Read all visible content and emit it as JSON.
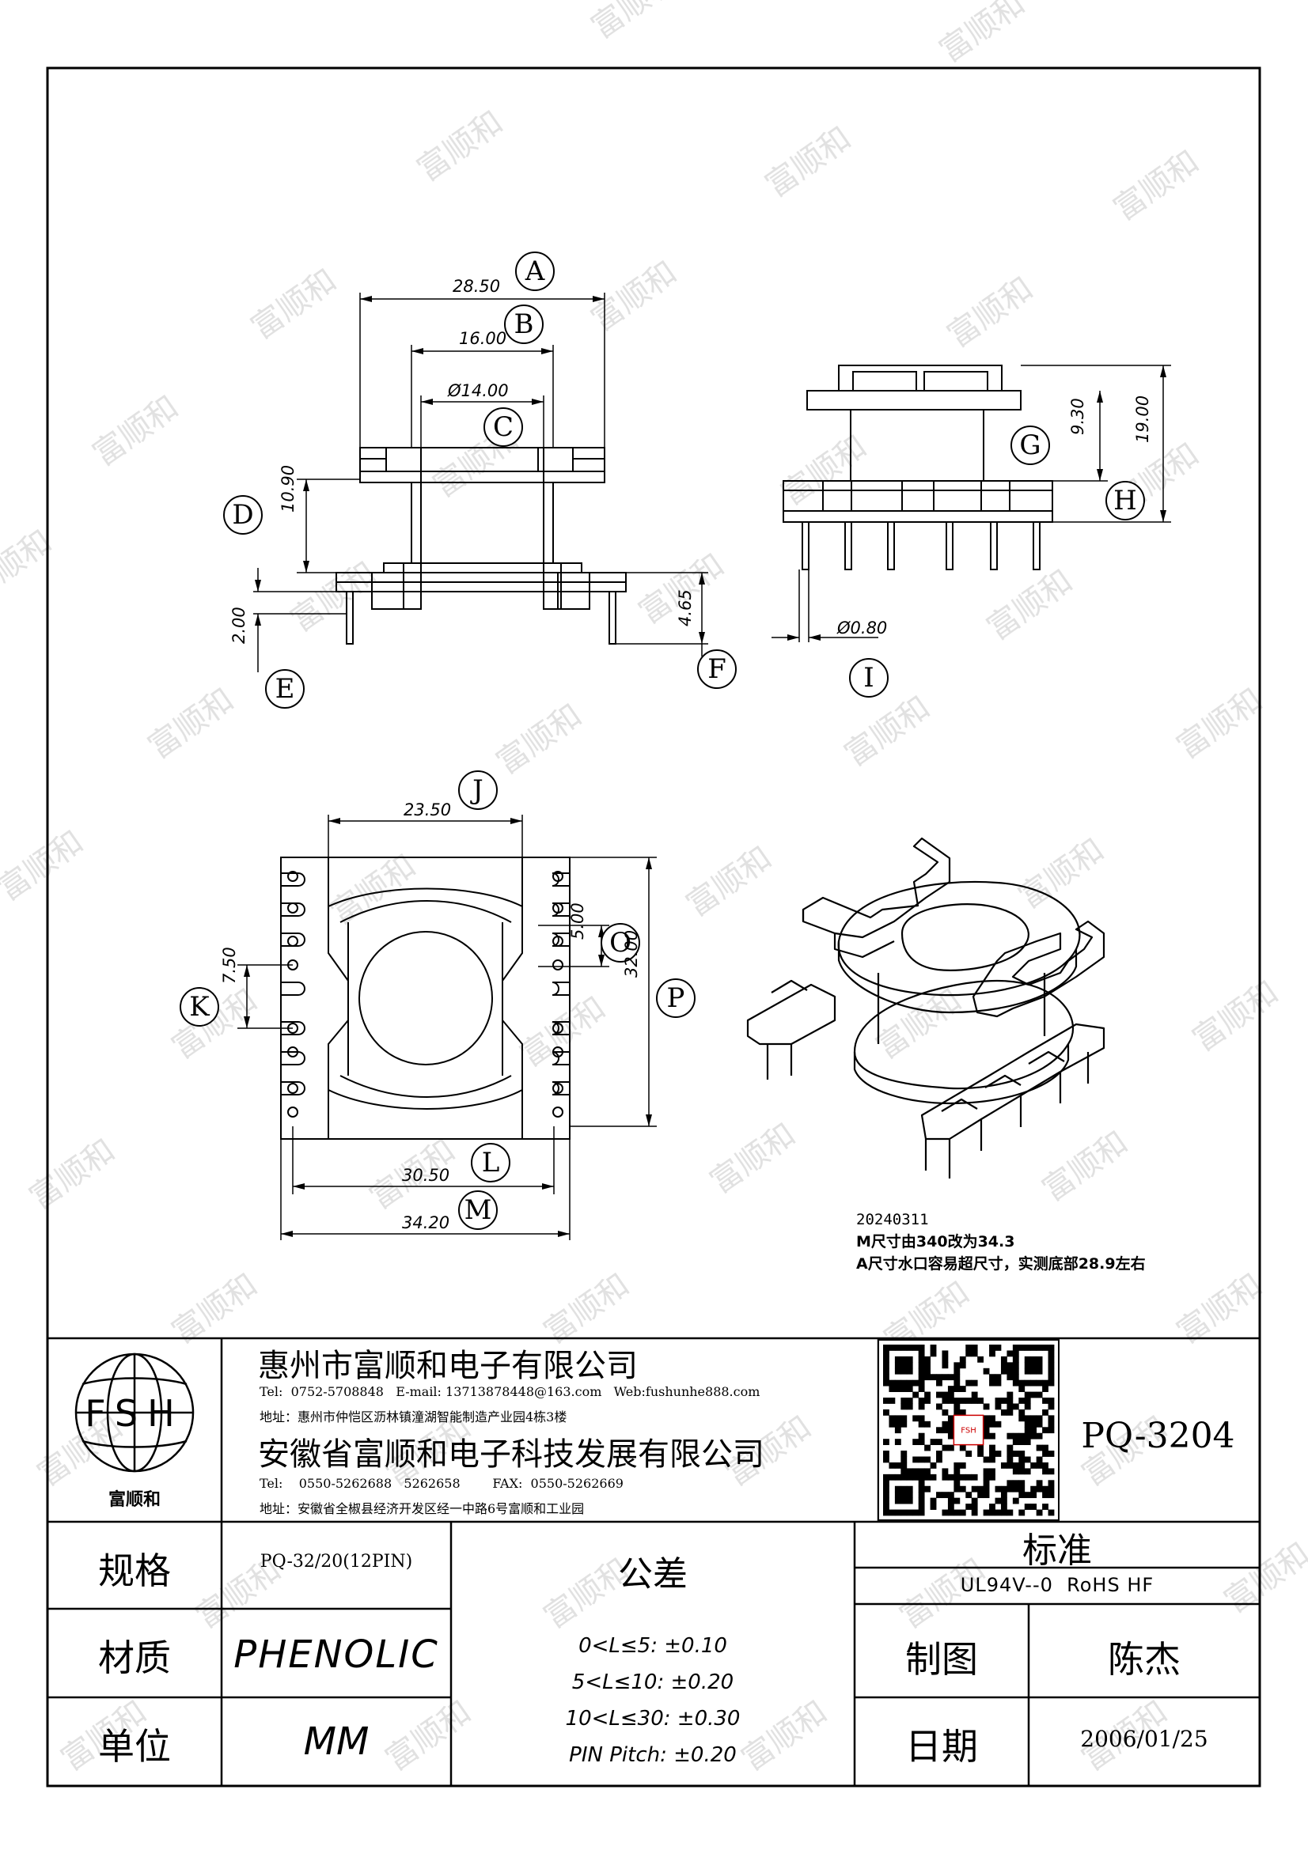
{
  "watermark": "富顺和",
  "dimensions": {
    "A": {
      "letter": "A",
      "value": "28.50"
    },
    "B": {
      "letter": "B",
      "value": "16.00"
    },
    "C": {
      "letter": "C",
      "value": "Ø14.00"
    },
    "D": {
      "letter": "D",
      "value": "10.90"
    },
    "E": {
      "letter": "E",
      "value": "2.00"
    },
    "F": {
      "letter": "F",
      "value": "4.65"
    },
    "G": {
      "letter": "G",
      "value": "9.30"
    },
    "H": {
      "letter": "H",
      "value": "19.00"
    },
    "I": {
      "letter": "I",
      "value": "Ø0.80"
    },
    "J": {
      "letter": "J",
      "value": "23.50"
    },
    "K": {
      "letter": "K",
      "value": "7.50"
    },
    "L": {
      "letter": "L",
      "value": "30.50"
    },
    "M": {
      "letter": "M",
      "value": "34.20"
    },
    "O": {
      "letter": "O",
      "value": "5.00"
    },
    "P": {
      "letter": "P",
      "value": "32.00"
    }
  },
  "revision_note": {
    "date": "20240311",
    "line1": "M尺寸由340改为34.3",
    "line2": "A尺寸水口容易超尺寸，实测底部28.9左右"
  },
  "title_block": {
    "logo_text": "FSH",
    "logo_name": "富顺和",
    "company1": {
      "name": "惠州市富顺和电子有限公司",
      "contact": "Tel:  0752-5708848   E-mail: 13713878448@163.com   Web:fushunhe888.com",
      "address": "地址：惠州市仲恺区沥林镇潼湖智能制造产业园4栋3楼"
    },
    "company2": {
      "name": "安徽省富顺和电子科技发展有限公司",
      "contact": "Tel:    0550-5262688   5262658        FAX:  0550-5262669",
      "address": "地址：安徽省全椒县经济开发区经一中路6号富顺和工业园"
    },
    "qr_label": "FSH",
    "part_number": "PQ-3204"
  },
  "spec_table": {
    "spec_label": "规格",
    "spec_value": "PQ-32/20(12PIN)",
    "material_label": "材质",
    "material_value": "PHENOLIC",
    "unit_label": "单位",
    "unit_value": "MM",
    "tolerance_label": "公差",
    "tolerances": [
      "0<L≤5: ±0.10",
      "5<L≤10: ±0.20",
      "10<L≤30: ±0.30",
      "PIN Pitch: ±0.20"
    ],
    "standard_label": "标准",
    "standard_value": "UL94V--0  RoHS HF",
    "drawn_label": "制图",
    "drawn_value": "陈杰",
    "date_label": "日期",
    "date_value": "2006/01/25"
  }
}
